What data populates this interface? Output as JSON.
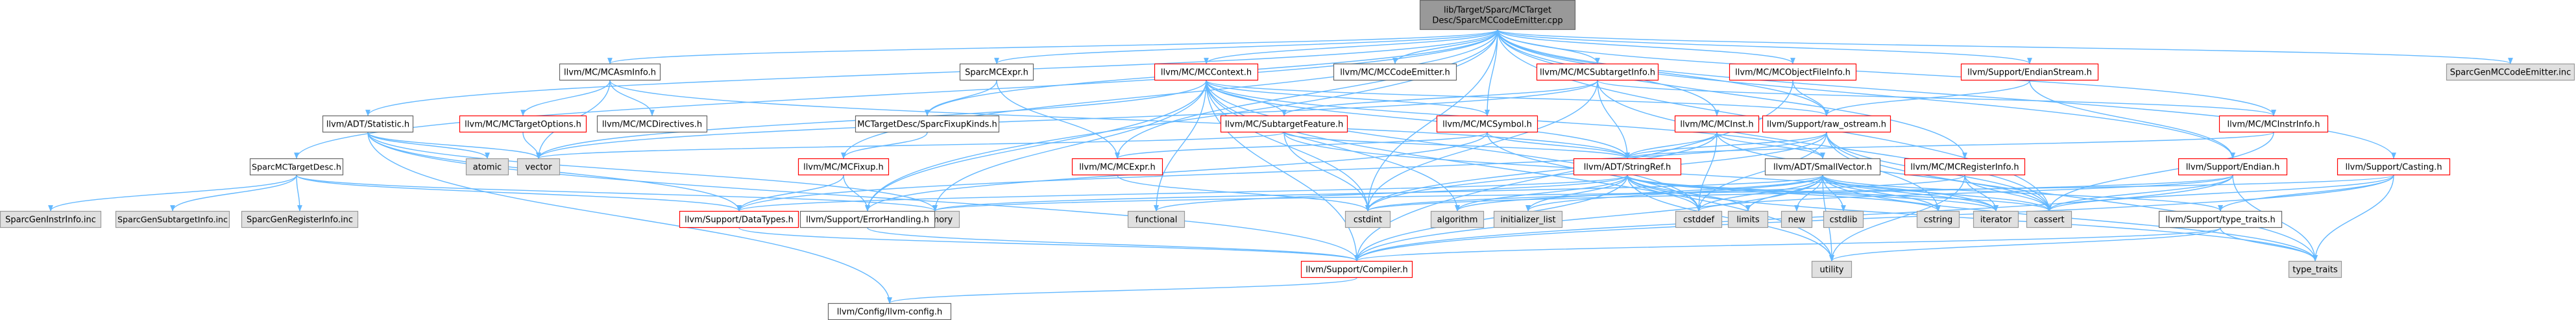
{
  "colors": {
    "edge": "#63b8ff",
    "root_fill": "#999999",
    "root_border": "#666666",
    "linked_fill": "#ffffff",
    "linked_border": "#ff0000",
    "ref_fill": "#ffffff",
    "ref_border": "#666666",
    "external_fill": "#e0e0e0",
    "external_border": "#999999"
  },
  "nodes": [
    {
      "id": "root",
      "label": "lib/Target/Sparc/MCTarget\nDesc/SparcMCCodeEmitter.cpp",
      "kind": "root"
    },
    {
      "id": "SparcMCTargetDesc",
      "label": "SparcMCTargetDesc.h",
      "kind": "ref"
    },
    {
      "id": "Statistic",
      "label": "llvm/ADT/Statistic.h",
      "kind": "ref"
    },
    {
      "id": "MCAsmInfo",
      "label": "llvm/MC/MCAsmInfo.h",
      "kind": "ref"
    },
    {
      "id": "SparcMCExpr",
      "label": "SparcMCExpr.h",
      "kind": "ref"
    },
    {
      "id": "MCContext",
      "label": "llvm/MC/MCContext.h",
      "kind": "linked"
    },
    {
      "id": "MCCodeEmitter",
      "label": "llvm/MC/MCCodeEmitter.h",
      "kind": "ref"
    },
    {
      "id": "MCSubtargetInfo",
      "label": "llvm/MC/MCSubtargetInfo.h",
      "kind": "linked"
    },
    {
      "id": "MCObjectFileInfo",
      "label": "llvm/MC/MCObjectFileInfo.h",
      "kind": "linked"
    },
    {
      "id": "EndianStream",
      "label": "llvm/Support/EndianStream.h",
      "kind": "linked"
    },
    {
      "id": "SparcGenMCCodeEmitter",
      "label": "SparcGenMCCodeEmitter.inc",
      "kind": "external"
    },
    {
      "id": "MCTargetOptions",
      "label": "llvm/MC/MCTargetOptions.h",
      "kind": "linked"
    },
    {
      "id": "MCDirectives",
      "label": "llvm/MC/MCDirectives.h",
      "kind": "ref"
    },
    {
      "id": "SparcFixupKinds",
      "label": "MCTargetDesc/SparcFixupKinds.h",
      "kind": "ref"
    },
    {
      "id": "MCSubtargetFeature",
      "label": "llvm/MC/SubtargetFeature.h",
      "kind": "linked"
    },
    {
      "id": "MCSymbol",
      "label": "llvm/MC/MCSymbol.h",
      "kind": "linked"
    },
    {
      "id": "MCInst",
      "label": "llvm/MC/MCInst.h",
      "kind": "linked"
    },
    {
      "id": "raw_ostream",
      "label": "llvm/Support/raw_ostream.h",
      "kind": "linked"
    },
    {
      "id": "MCInstrInfo",
      "label": "llvm/MC/MCInstrInfo.h",
      "kind": "linked"
    },
    {
      "id": "atomic",
      "label": "atomic",
      "kind": "external"
    },
    {
      "id": "vector",
      "label": "vector",
      "kind": "external"
    },
    {
      "id": "MCFixup",
      "label": "llvm/MC/MCFixup.h",
      "kind": "linked"
    },
    {
      "id": "MCExpr",
      "label": "llvm/MC/MCExpr.h",
      "kind": "linked"
    },
    {
      "id": "StringRef",
      "label": "llvm/ADT/StringRef.h",
      "kind": "linked"
    },
    {
      "id": "SmallVector",
      "label": "llvm/ADT/SmallVector.h",
      "kind": "ref"
    },
    {
      "id": "MCRegisterInfo",
      "label": "llvm/MC/MCRegisterInfo.h",
      "kind": "linked"
    },
    {
      "id": "Endian",
      "label": "llvm/Support/Endian.h",
      "kind": "linked"
    },
    {
      "id": "Casting",
      "label": "llvm/Support/Casting.h",
      "kind": "linked"
    },
    {
      "id": "SparcGenInstrInfo",
      "label": "SparcGenInstrInfo.inc",
      "kind": "external"
    },
    {
      "id": "SparcGenSubtargetInfo",
      "label": "SparcGenSubtargetInfo.inc",
      "kind": "external"
    },
    {
      "id": "SparcGenRegisterInfo",
      "label": "SparcGenRegisterInfo.inc",
      "kind": "external"
    },
    {
      "id": "DataTypes",
      "label": "llvm/Support/DataTypes.h",
      "kind": "linked"
    },
    {
      "id": "memory",
      "label": "memory",
      "kind": "external"
    },
    {
      "id": "ErrorHandling",
      "label": "llvm/Support/ErrorHandling.h",
      "kind": "ref"
    },
    {
      "id": "functional",
      "label": "functional",
      "kind": "external"
    },
    {
      "id": "cstdint",
      "label": "cstdint",
      "kind": "external"
    },
    {
      "id": "algorithm",
      "label": "algorithm",
      "kind": "external"
    },
    {
      "id": "initializer_list",
      "label": "initializer_list",
      "kind": "external"
    },
    {
      "id": "cstddef",
      "label": "cstddef",
      "kind": "external"
    },
    {
      "id": "limits",
      "label": "limits",
      "kind": "external"
    },
    {
      "id": "new",
      "label": "new",
      "kind": "external"
    },
    {
      "id": "cstdlib",
      "label": "cstdlib",
      "kind": "external"
    },
    {
      "id": "cstring",
      "label": "cstring",
      "kind": "external"
    },
    {
      "id": "iterator",
      "label": "iterator",
      "kind": "external"
    },
    {
      "id": "cassert",
      "label": "cassert",
      "kind": "external"
    },
    {
      "id": "type_traits_h",
      "label": "llvm/Support/type_traits.h",
      "kind": "ref"
    },
    {
      "id": "Compiler",
      "label": "llvm/Support/Compiler.h",
      "kind": "linked"
    },
    {
      "id": "utility",
      "label": "utility",
      "kind": "external"
    },
    {
      "id": "type_traits",
      "label": "type_traits",
      "kind": "external"
    },
    {
      "id": "llvm_config",
      "label": "llvm/Config/llvm-config.h",
      "kind": "ref"
    }
  ],
  "edges": [
    [
      "root",
      "SparcMCTargetDesc"
    ],
    [
      "root",
      "Statistic"
    ],
    [
      "root",
      "MCAsmInfo"
    ],
    [
      "root",
      "SparcMCExpr"
    ],
    [
      "root",
      "MCContext"
    ],
    [
      "root",
      "MCCodeEmitter"
    ],
    [
      "root",
      "MCSubtargetInfo"
    ],
    [
      "root",
      "MCObjectFileInfo"
    ],
    [
      "root",
      "EndianStream"
    ],
    [
      "root",
      "SparcGenMCCodeEmitter"
    ],
    [
      "root",
      "SparcFixupKinds"
    ],
    [
      "root",
      "MCSymbol"
    ],
    [
      "root",
      "MCInst"
    ],
    [
      "root",
      "raw_ostream"
    ],
    [
      "root",
      "MCInstrInfo"
    ],
    [
      "root",
      "MCExpr"
    ],
    [
      "root",
      "MCRegisterInfo"
    ],
    [
      "root",
      "Endian"
    ],
    [
      "root",
      "Casting"
    ],
    [
      "root",
      "ErrorHandling"
    ],
    [
      "root",
      "cstdint"
    ],
    [
      "root",
      "cassert"
    ],
    [
      "root",
      "MCFixup"
    ],
    [
      "SparcMCTargetDesc",
      "SparcGenInstrInfo"
    ],
    [
      "SparcMCTargetDesc",
      "SparcGenSubtargetInfo"
    ],
    [
      "SparcMCTargetDesc",
      "SparcGenRegisterInfo"
    ],
    [
      "SparcMCTargetDesc",
      "DataTypes"
    ],
    [
      "SparcMCTargetDesc",
      "memory"
    ],
    [
      "Statistic",
      "atomic"
    ],
    [
      "Statistic",
      "memory"
    ],
    [
      "Statistic",
      "vector"
    ],
    [
      "Statistic",
      "Compiler"
    ],
    [
      "Statistic",
      "llvm_config"
    ],
    [
      "Statistic",
      "DataTypes"
    ],
    [
      "MCAsmInfo",
      "MCTargetOptions"
    ],
    [
      "MCAsmInfo",
      "MCDirectives"
    ],
    [
      "MCAsmInfo",
      "StringRef"
    ],
    [
      "MCAsmInfo",
      "vector"
    ],
    [
      "MCTargetOptions",
      "vector"
    ],
    [
      "SparcMCExpr",
      "SparcFixupKinds"
    ],
    [
      "SparcMCExpr",
      "MCExpr"
    ],
    [
      "SparcFixupKinds",
      "MCFixup"
    ],
    [
      "MCContext",
      "StringRef"
    ],
    [
      "MCContext",
      "SmallVector"
    ],
    [
      "MCContext",
      "raw_ostream"
    ],
    [
      "MCContext",
      "MCSubtargetFeature"
    ],
    [
      "MCContext",
      "Compiler"
    ],
    [
      "MCContext",
      "MCSymbol"
    ],
    [
      "MCContext",
      "memory"
    ],
    [
      "MCContext",
      "functional"
    ],
    [
      "MCContext",
      "cstddef"
    ],
    [
      "MCContext",
      "cstdint"
    ],
    [
      "MCContext",
      "utility"
    ],
    [
      "MCContext",
      "vector"
    ],
    [
      "MCContext",
      "ErrorHandling"
    ],
    [
      "MCContext",
      "algorithm"
    ],
    [
      "MCSubtargetInfo",
      "MCSubtargetFeature"
    ],
    [
      "MCSubtargetInfo",
      "StringRef"
    ],
    [
      "MCSubtargetInfo",
      "MCInstrInfo"
    ],
    [
      "MCSubtargetInfo",
      "cstdint"
    ],
    [
      "MCSubtargetInfo",
      "cassert"
    ],
    [
      "MCSubtargetInfo",
      "vector"
    ],
    [
      "MCObjectFileInfo",
      "raw_ostream"
    ],
    [
      "MCObjectFileInfo",
      "Compiler"
    ],
    [
      "EndianStream",
      "raw_ostream"
    ],
    [
      "EndianStream",
      "Endian"
    ],
    [
      "MCSubtargetFeature",
      "StringRef"
    ],
    [
      "MCSubtargetFeature",
      "vector"
    ],
    [
      "MCSubtargetFeature",
      "cstdint"
    ],
    [
      "MCSubtargetFeature",
      "iterator"
    ],
    [
      "MCSymbol",
      "MCExpr"
    ],
    [
      "MCSymbol",
      "StringRef"
    ],
    [
      "MCSymbol",
      "ErrorHandling"
    ],
    [
      "MCSymbol",
      "cstddef"
    ],
    [
      "MCInst",
      "StringRef"
    ],
    [
      "MCInst",
      "SmallVector"
    ],
    [
      "MCInst",
      "cassert"
    ],
    [
      "MCInst",
      "cstddef"
    ],
    [
      "MCInst",
      "cstdint"
    ],
    [
      "raw_ostream",
      "StringRef"
    ],
    [
      "raw_ostream",
      "DataTypes"
    ],
    [
      "raw_ostream",
      "cassert"
    ],
    [
      "raw_ostream",
      "cstddef"
    ],
    [
      "raw_ostream",
      "cstdint"
    ],
    [
      "raw_ostream",
      "cstring"
    ],
    [
      "raw_ostream",
      "type_traits"
    ],
    [
      "MCInstrInfo",
      "StringRef"
    ],
    [
      "MCInstrInfo",
      "cassert"
    ],
    [
      "MCFixup",
      "ErrorHandling"
    ],
    [
      "MCFixup",
      "DataTypes"
    ],
    [
      "MCExpr",
      "cstdint"
    ],
    [
      "StringRef",
      "Compiler"
    ],
    [
      "StringRef",
      "DataTypes"
    ],
    [
      "StringRef",
      "algorithm"
    ],
    [
      "StringRef",
      "cassert"
    ],
    [
      "StringRef",
      "cstddef"
    ],
    [
      "StringRef",
      "cstring"
    ],
    [
      "StringRef",
      "limits"
    ],
    [
      "StringRef",
      "type_traits"
    ],
    [
      "StringRef",
      "utility"
    ],
    [
      "StringRef",
      "iterator"
    ],
    [
      "StringRef",
      "initializer_list"
    ],
    [
      "StringRef",
      "functional"
    ],
    [
      "SmallVector",
      "Compiler"
    ],
    [
      "SmallVector",
      "type_traits_h"
    ],
    [
      "SmallVector",
      "algorithm"
    ],
    [
      "SmallVector",
      "cassert"
    ],
    [
      "SmallVector",
      "cstddef"
    ],
    [
      "SmallVector",
      "cstdlib"
    ],
    [
      "SmallVector",
      "cstring"
    ],
    [
      "SmallVector",
      "initializer_list"
    ],
    [
      "SmallVector",
      "iterator"
    ],
    [
      "SmallVector",
      "limits"
    ],
    [
      "SmallVector",
      "memory"
    ],
    [
      "SmallVector",
      "new"
    ],
    [
      "SmallVector",
      "type_traits"
    ],
    [
      "SmallVector",
      "utility"
    ],
    [
      "MCRegisterInfo",
      "cassert"
    ],
    [
      "MCRegisterInfo",
      "cstdint"
    ],
    [
      "MCRegisterInfo",
      "utility"
    ],
    [
      "MCRegisterInfo",
      "iterator"
    ],
    [
      "Endian",
      "Compiler"
    ],
    [
      "Endian",
      "cassert"
    ],
    [
      "Endian",
      "cstddef"
    ],
    [
      "Endian",
      "cstdint"
    ],
    [
      "Endian",
      "type_traits"
    ],
    [
      "Casting",
      "Compiler"
    ],
    [
      "Casting",
      "type_traits_h"
    ],
    [
      "Casting",
      "cassert"
    ],
    [
      "Casting",
      "memory"
    ],
    [
      "Casting",
      "type_traits"
    ],
    [
      "type_traits_h",
      "Compiler"
    ],
    [
      "type_traits_h",
      "type_traits"
    ],
    [
      "type_traits_h",
      "utility"
    ],
    [
      "ErrorHandling",
      "Compiler"
    ],
    [
      "DataTypes",
      "Compiler"
    ],
    [
      "Compiler",
      "llvm_config"
    ]
  ]
}
